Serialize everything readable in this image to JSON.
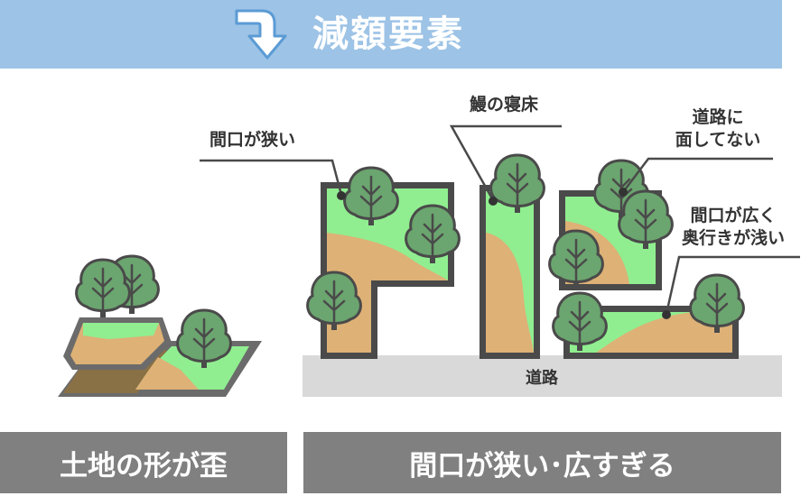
{
  "header": {
    "title": "減額要素",
    "icon": "arrow-turn-down-icon"
  },
  "labels": {
    "narrow_frontage": "間口が狭い",
    "eel_bed": "鰻の寝床",
    "no_road_access_line1": "道路に",
    "no_road_access_line2": "面してない",
    "wide_shallow_line1": "間口が広く",
    "wide_shallow_line2": "奥行きが浅い",
    "road": "道路"
  },
  "footer": {
    "left": "土地の形が歪",
    "right": "間口が狭い･広すぎる"
  },
  "colors": {
    "banner": "#9dc3e6",
    "grass": "#90ee90",
    "soil": "#deb176",
    "outline": "#4a4a4a",
    "tree": "#6ba56f",
    "road": "#d9d9d9",
    "footer": "#808080"
  }
}
